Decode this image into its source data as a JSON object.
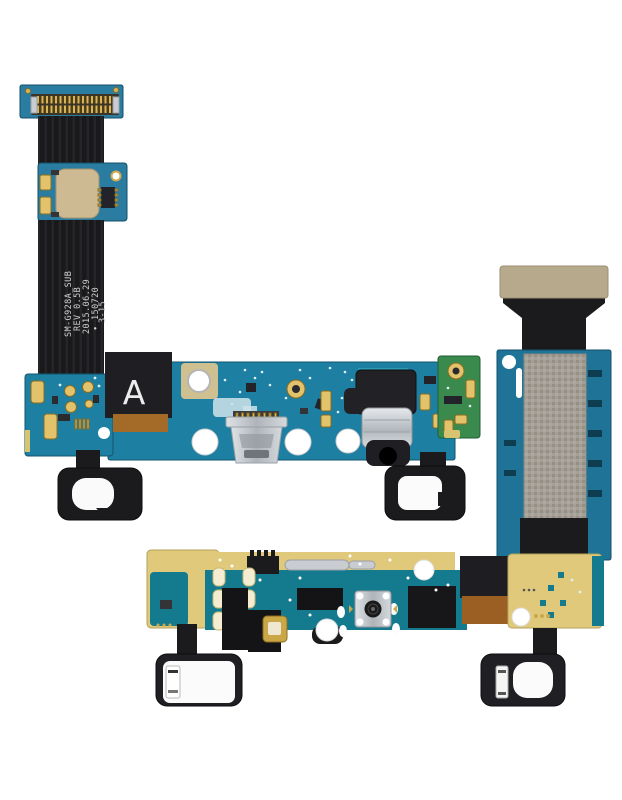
{
  "background": "#ffffff",
  "flex_label": {
    "line1": "SM-G928A_SUB",
    "line2": "REV 0.5B",
    "line3": "2015.06.29",
    "line4": "∙ 150720",
    "line5": "3-15"
  },
  "board_marking": "A",
  "colors": {
    "pcb_teal": "#1d7fa2",
    "pcb_teal_dark": "#12566f",
    "pcb_blue": "#2a7da1",
    "pcb_blue_right": "#1e7396",
    "pcb_green": "#3a8a4e",
    "pcb_yellow": "#e0c97b",
    "teal_back": "#147a8e",
    "flex_black": "#1b1b1e",
    "gold": "#d8b35a",
    "gold_dark": "#8a6d20",
    "shield_tan": "#cdb992",
    "pad_tan": "#b7a98c",
    "shield_gray": "#a4a097",
    "copper": "#9c5f23",
    "copper_band": "#a36a28",
    "silver": "#c9cdd1",
    "hole_white": "#ffffff",
    "label_text": "#cfcfcf"
  }
}
